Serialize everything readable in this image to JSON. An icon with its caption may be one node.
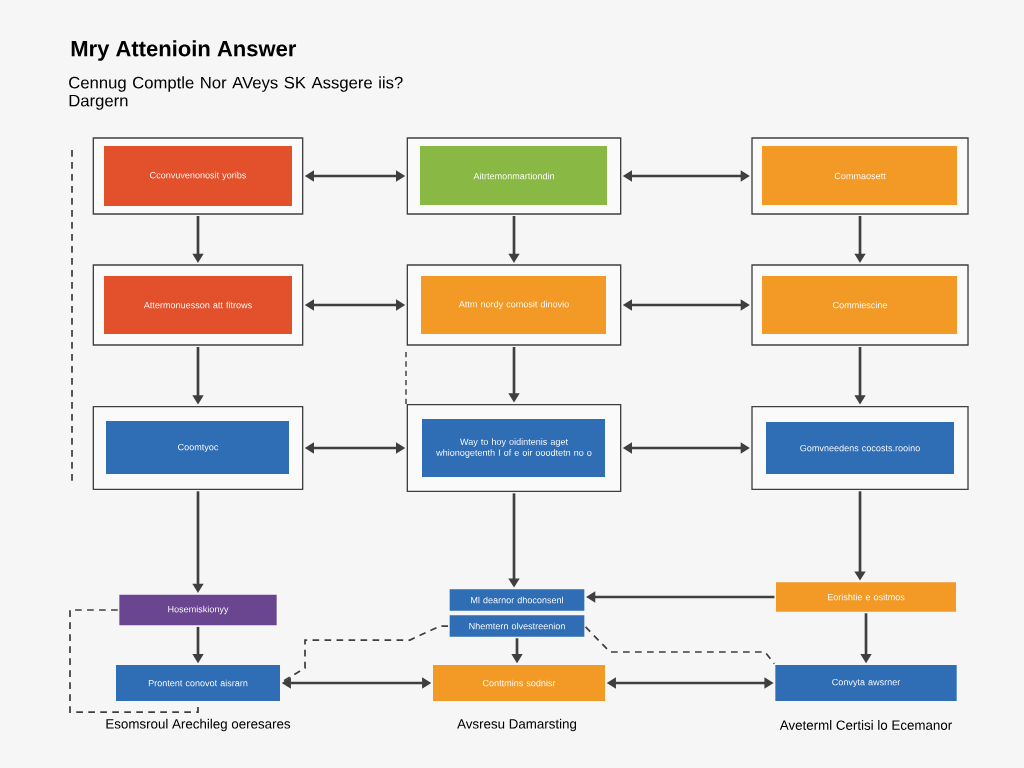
{
  "diagram": {
    "title": "Mry Attenioin Answer",
    "nodes": [
      {
        "text": [
          "Cconvuvenonosit yoribs"
        ]
      },
      {
        "text": [
          "Aitrtemonmartiondin"
        ]
      },
      {
        "text": [
          "Commaosett"
        ]
      },
      {
        "text": [
          "Attermonuesson att fitrows"
        ]
      },
      {
        "text": [
          "Attm nordy comosit dinovio"
        ]
      },
      {
        "text": [
          "Commiescine"
        ]
      },
      {
        "text": [
          "Coomtyoc"
        ]
      },
      {
        "text": [
          "Way to hoy oidintenis aget whionogetenth I of e oir ooodtetn no o"
        ]
      },
      {
        "text": [
          "Gomvneedens cocosts.rooino"
        ]
      },
      {
        "text": [
          "Hosemiskionyy"
        ]
      },
      {
        "text": [
          "Ml dearnor dhoconsenl"
        ]
      },
      {
        "text": [
          "Nhemtern olvestreenion"
        ]
      },
      {
        "text": [
          "Eorishtie e ositmos"
        ]
      },
      {
        "text": [
          "Prontent conovot aisrarn"
        ]
      },
      {
        "text": [
          "Conttmins sodnisr"
        ]
      },
      {
        "text": [
          "Convyta awsrner"
        ]
      }
    ],
    "edges": [
      {
        "from": 0,
        "to": 1,
        "arrow": "both"
      },
      {
        "from": 1,
        "to": 2,
        "arrow": "both"
      },
      {
        "from": 0,
        "to": 3,
        "arrow": "to"
      },
      {
        "from": 1,
        "to": 4,
        "arrow": "to"
      },
      {
        "from": 2,
        "to": 5,
        "arrow": "to"
      },
      {
        "from": 3,
        "to": 4,
        "arrow": "both"
      },
      {
        "from": 4,
        "to": 5,
        "arrow": "both"
      },
      {
        "from": 3,
        "to": 6,
        "arrow": "to"
      },
      {
        "from": 4,
        "to": 7,
        "arrow": "to"
      },
      {
        "from": 5,
        "to": 8,
        "arrow": "to"
      },
      {
        "from": 6,
        "to": 7,
        "arrow": "both"
      },
      {
        "from": 7,
        "to": 8,
        "arrow": "both"
      },
      {
        "from": 6,
        "to": 9,
        "arrow": "to"
      },
      {
        "from": 7,
        "to": 10,
        "arrow": "to"
      },
      {
        "from": 8,
        "to": 12,
        "arrow": "to"
      },
      {
        "from": 12,
        "to": 10,
        "arrow": "to"
      },
      {
        "from": 9,
        "to": 13,
        "arrow": "to"
      },
      {
        "from": 11,
        "to": 14,
        "arrow": "to"
      },
      {
        "from": 12,
        "to": 15,
        "arrow": "to"
      },
      {
        "from": 13,
        "to": 14,
        "arrow": "both"
      },
      {
        "from": 14,
        "to": 15,
        "arrow": "both"
      },
      {
        "from": 9,
        "to": 13,
        "arrow": "none",
        "style": "dashed"
      },
      {
        "from": 11,
        "to": 13,
        "arrow": "none",
        "style": "dashed"
      },
      {
        "from": 11,
        "to": 15,
        "arrow": "none",
        "style": "dashed"
      }
    ],
    "labels": [
      "Cennug Comptle Nor AVeys SK Assgere iis? Dargern",
      "Esomsroul Arechileg oeresares",
      "Avsresu Damarsting",
      "Aveterml Certisi lo Ecemanor"
    ]
  }
}
